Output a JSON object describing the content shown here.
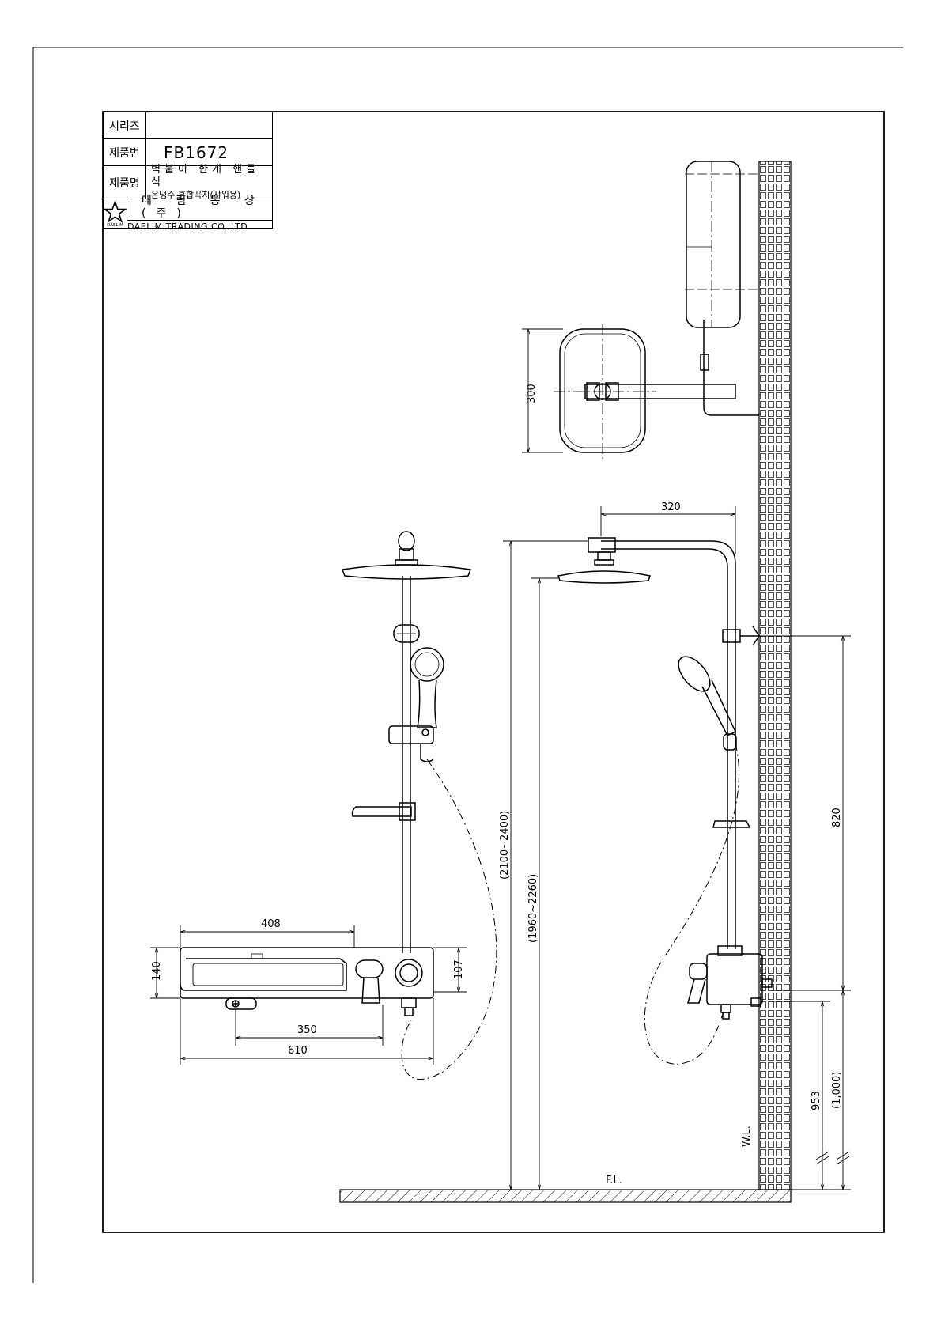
{
  "title_block": {
    "series_label": "시리즈",
    "series_value": "",
    "product_no_label": "제품번",
    "product_no_value": "FB1672",
    "product_name_label": "제품명",
    "product_name_line1": "벽붙이 한개 핸들식",
    "product_name_line2": "온냉수 혼합꼭지(샤워용)",
    "company_ko": "대 림 통 상 (주)",
    "company_en": "DAELIM TRADING CO.,LTD",
    "logo_text": "DAELIM"
  },
  "dimensions": {
    "d408": "408",
    "d140": "140",
    "d107": "107",
    "d350": "350",
    "d610": "610",
    "d300": "300",
    "d320": "320",
    "d2100": "(2100~2400)",
    "d1960": "(1960~2260)",
    "d820": "820",
    "d953": "953",
    "d1000": "(1,000)"
  },
  "labels": {
    "floor_level": "F.L.",
    "wall_line": "W.L."
  }
}
